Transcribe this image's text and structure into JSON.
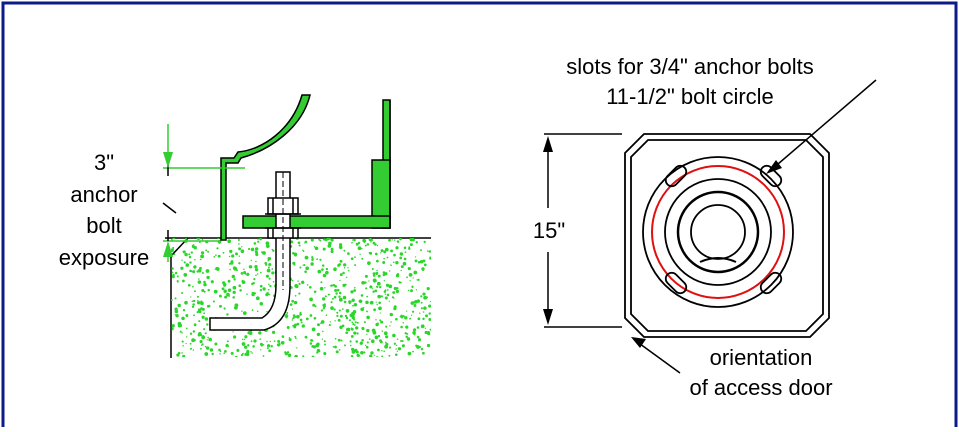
{
  "left_detail": {
    "exposure_label": {
      "line1": "3\"",
      "line2": "anchor",
      "line3": "bolt",
      "line4": "exposure"
    }
  },
  "right_detail": {
    "slots_label": {
      "line1": "slots for 3/4\" anchor bolts",
      "line2": "11-1/2\" bolt circle"
    },
    "dimension_label": "15\"",
    "door_label": {
      "line1": "orientation",
      "line2": "of access door"
    }
  },
  "colors": {
    "border": "#0e1a8a",
    "concrete_fill": "#2bd62b",
    "steel_green": "#33cc33",
    "bolt_circle": "#e01010",
    "linework": "#000000"
  }
}
